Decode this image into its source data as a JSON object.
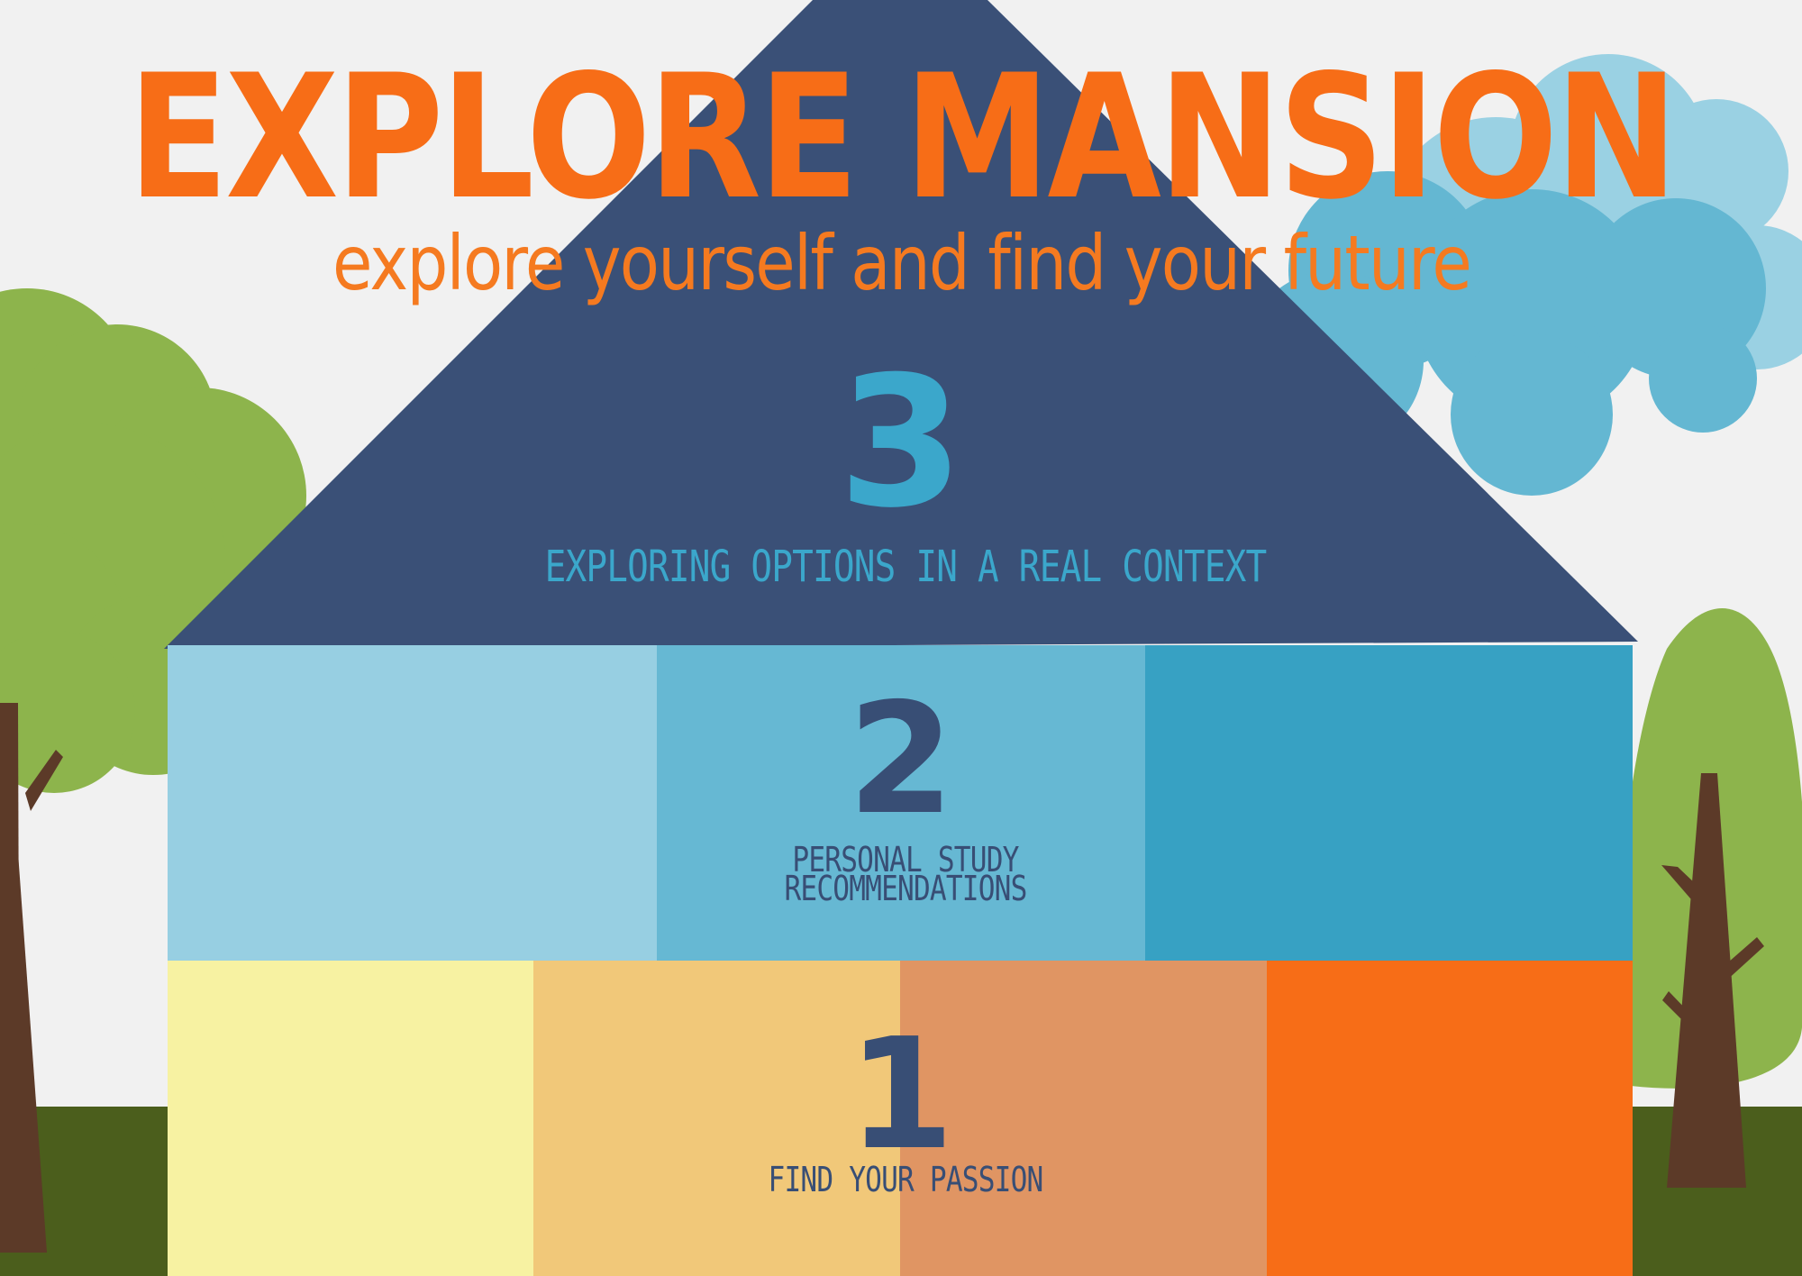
{
  "header": {
    "title": "EXPLORE MANSION",
    "subtitle": "explore yourself and find your future"
  },
  "levels": [
    {
      "number": "1",
      "label": "FIND YOUR PASSION"
    },
    {
      "number": "2",
      "label_line1": "PERSONAL STUDY",
      "label_line2": "RECOMMENDATIONS"
    },
    {
      "number": "3",
      "label": "EXPLORING OPTIONS IN A REAL CONTEXT"
    }
  ],
  "colors": {
    "title_orange": "#f76d17",
    "roof": "#3a5077",
    "floor2": [
      "#97cfe2",
      "#66b8d3",
      "#37a1c3"
    ],
    "floor1": [
      "#f7f2a2",
      "#f1c879",
      "#e09563",
      "#f76d17"
    ],
    "tree_green": "#8db44c",
    "trunk": "#5c3a28",
    "ground": "#4b5e1c",
    "cloud": [
      "#9ad1e3",
      "#64b7d2"
    ]
  }
}
